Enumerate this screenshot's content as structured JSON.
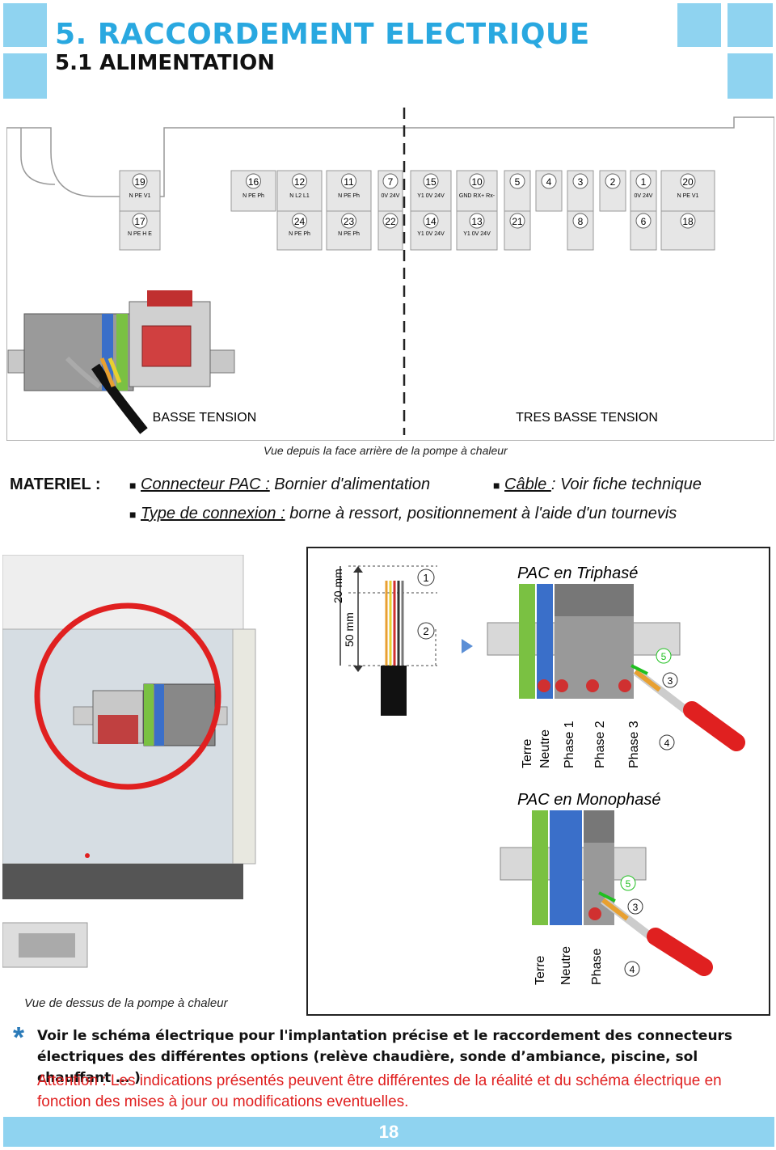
{
  "header": {
    "title": "5. RACCORDEMENT ELECTRIQUE",
    "subtitle": "5.1 ALIMENTATION"
  },
  "rear_panel": {
    "label_left": "BASSE TENSION",
    "label_right": "TRES BASSE TENSION",
    "caption": "Vue depuis la face arrière de la pompe à chaleur",
    "top_numbers": [
      "19",
      "16",
      "12",
      "11",
      "7",
      "15",
      "10",
      "5",
      "4",
      "3",
      "2",
      "1",
      "20"
    ],
    "top_pins": [
      "N PE V1",
      "N PE Ph",
      "N L2 L1",
      "N PE Ph",
      "0V 24V",
      "Y1 0V 24V",
      "GND RX+ Rx-",
      "",
      "",
      "",
      "",
      "0V 24V",
      "N PE V1"
    ],
    "bottom_numbers": [
      "17",
      "24",
      "23",
      "22",
      "14",
      "13",
      "21",
      "8",
      "6",
      "18"
    ],
    "bottom_pins": [
      "N PE H E",
      "N PE Ph",
      "N PE Ph",
      "",
      "Y1 0V 24V",
      "Y1 0V 24V",
      "",
      "",
      "",
      ""
    ]
  },
  "materiel": {
    "label": "MATERIEL :",
    "item1_key": "Connecteur PAC :",
    "item1_value": " Bornier d'alimentation",
    "item2_key": "Câble ",
    "item2_value": ": Voir fiche technique",
    "item3_key": "Type de connexion :",
    "item3_value": " borne à ressort, positionnement à l'aide d'un tournevis",
    "bullet": "■"
  },
  "diagram": {
    "dim_20": "20 mm",
    "dim_50": "50 mm",
    "n1": "1",
    "n2": "2",
    "n3": "3",
    "n4": "4",
    "n5": "5",
    "tri_title": "PAC en Triphasé",
    "tri_labels": [
      "Terre",
      "Neutre",
      "Phase 1",
      "Phase 2",
      "Phase 3"
    ],
    "mono_title": "PAC en Monophasé",
    "mono_labels": [
      "Terre",
      "Neutre",
      "Phase"
    ],
    "top_view_caption": "Vue de dessus de la pompe à chaleur"
  },
  "note": {
    "star": "*",
    "text": "Voir le schéma électrique pour l'implantation précise et le raccordement des connecteurs électriques des différentes options (relève chaudière, sonde d’ambiance, piscine, sol chauffant … )",
    "warning": "Attention : Les indications présentés peuvent être différentes de la réalité et du schéma électrique en fonction des mises à jour ou modifications eventuelles."
  },
  "footer": {
    "page_number": "18"
  },
  "colors": {
    "accent": "#29a8e0",
    "accent_light": "#8fd3f0",
    "warning": "#e02020",
    "earth_green": "#7ac142",
    "neutral_blue": "#3a6fc9",
    "circle_red": "#e02020"
  }
}
